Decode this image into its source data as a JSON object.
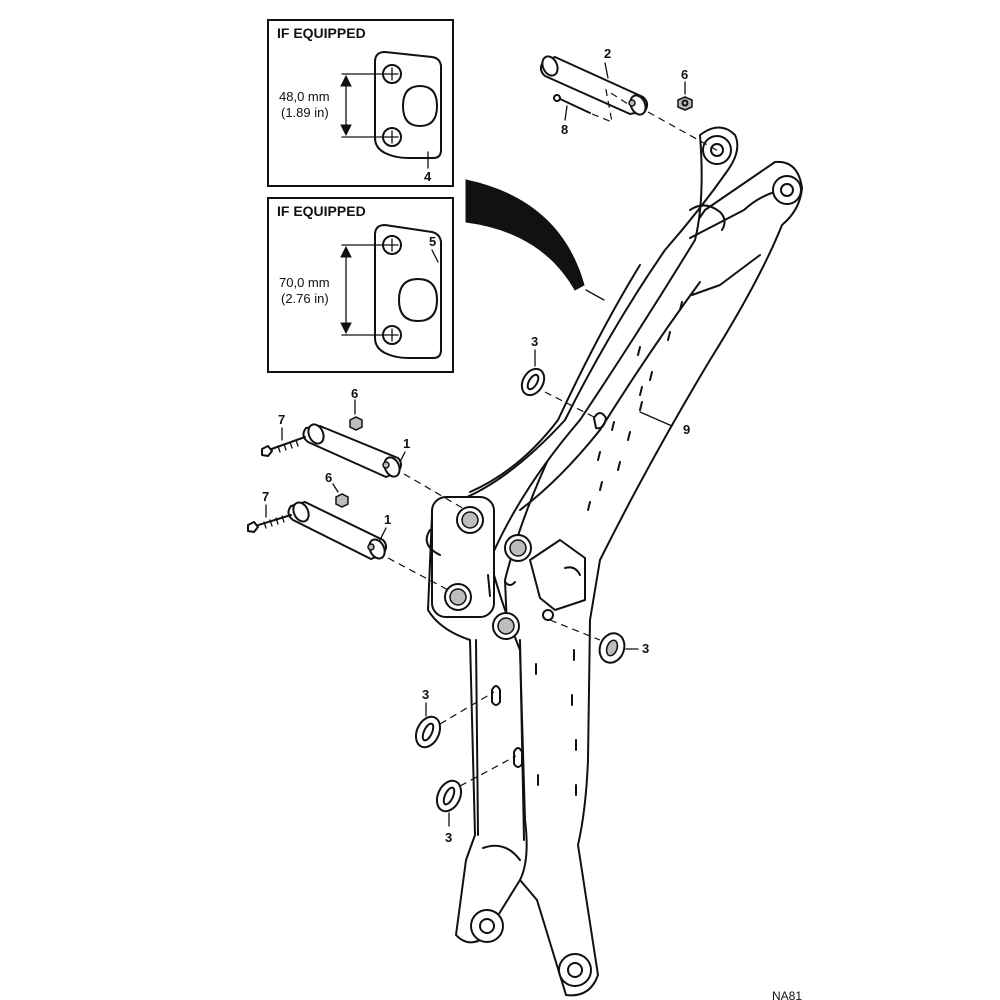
{
  "insets": [
    {
      "title": "IF EQUIPPED",
      "dimension_metric": "48,0 mm",
      "dimension_imperial": "(1.89 in)",
      "part_number": "4"
    },
    {
      "title": "IF EQUIPPED",
      "dimension_metric": "70,0 mm",
      "dimension_imperial": "(2.76 in)",
      "part_number": "5"
    }
  ],
  "callouts": {
    "pin_upper": "2",
    "nut_upper": "6",
    "bolt_upper": "8",
    "washer_upper_arm": "3",
    "arm": "9",
    "bolt_left_a": "7",
    "nut_left_a": "6",
    "pin_left_a": "1",
    "bolt_left_b": "7",
    "nut_left_b": "6",
    "pin_left_b": "1",
    "washer_right": "3",
    "washer_lower_a": "3",
    "washer_lower_b": "3"
  },
  "drawing_id": "NA81"
}
